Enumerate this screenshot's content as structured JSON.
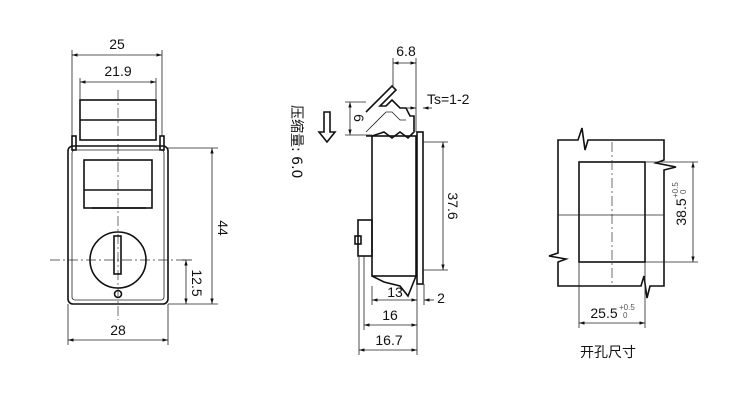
{
  "front_view": {
    "dims": {
      "overall_top_width": "25",
      "cap_width": "21.9",
      "body_width": "28",
      "height": "44",
      "center_to_bottom": "12.5"
    }
  },
  "side_view": {
    "dims": {
      "hook_offset": "6.8",
      "panel_thickness": "Ts=1-2",
      "compression_dim": "6",
      "flange_height": "37.6",
      "depth": "13",
      "flange": "2",
      "depth_16": "16",
      "depth_total": "16.7"
    },
    "compression_label": "压缩量: 6.0"
  },
  "cutout_view": {
    "dims": {
      "height": "38.5",
      "height_tol_upper": "+0.5",
      "height_tol_lower": "0",
      "width": "25.5",
      "width_tol_upper": "+0.5",
      "width_tol_lower": "0"
    },
    "title": "开孔尺寸"
  }
}
